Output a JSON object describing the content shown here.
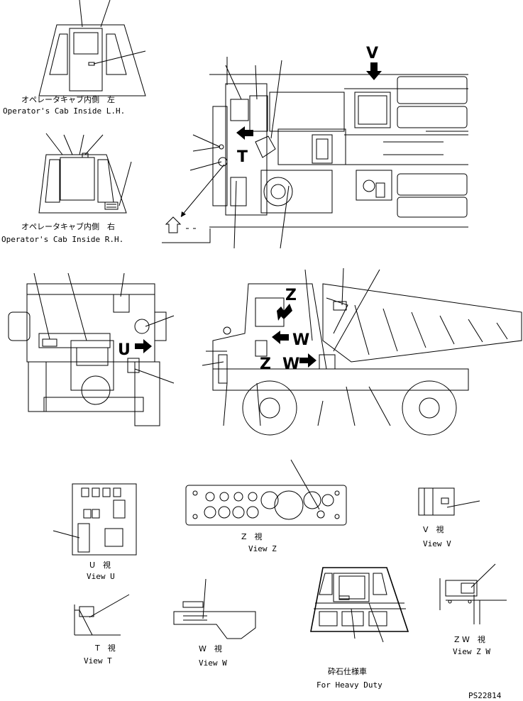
{
  "labels": {
    "cab_lh_jp": "オペレータキャブ内側　左",
    "cab_lh_en": "Operator's Cab Inside L.H.",
    "cab_rh_jp": "オペレータキャブ内側　右",
    "cab_rh_en": "Operator's Cab Inside R.H.",
    "z_jp": "Z　視",
    "z_en": "View Z",
    "v_jp": "V　視",
    "v_en": "View V",
    "u_jp": "U　視",
    "u_en": "View U",
    "t_jp": "T　視",
    "t_en": "View T",
    "w_jp": "W　視",
    "w_en": "View W",
    "zw_jp": "Z W　視",
    "zw_en": "View Z W",
    "hd_jp": "砕石仕様車",
    "hd_en": "For Heavy Duty",
    "part_code": "PS22814"
  },
  "markers": {
    "v": "V",
    "t": "T",
    "u": "U",
    "z1": "Z",
    "w1": "W",
    "z2": "Z",
    "w2": "W"
  }
}
